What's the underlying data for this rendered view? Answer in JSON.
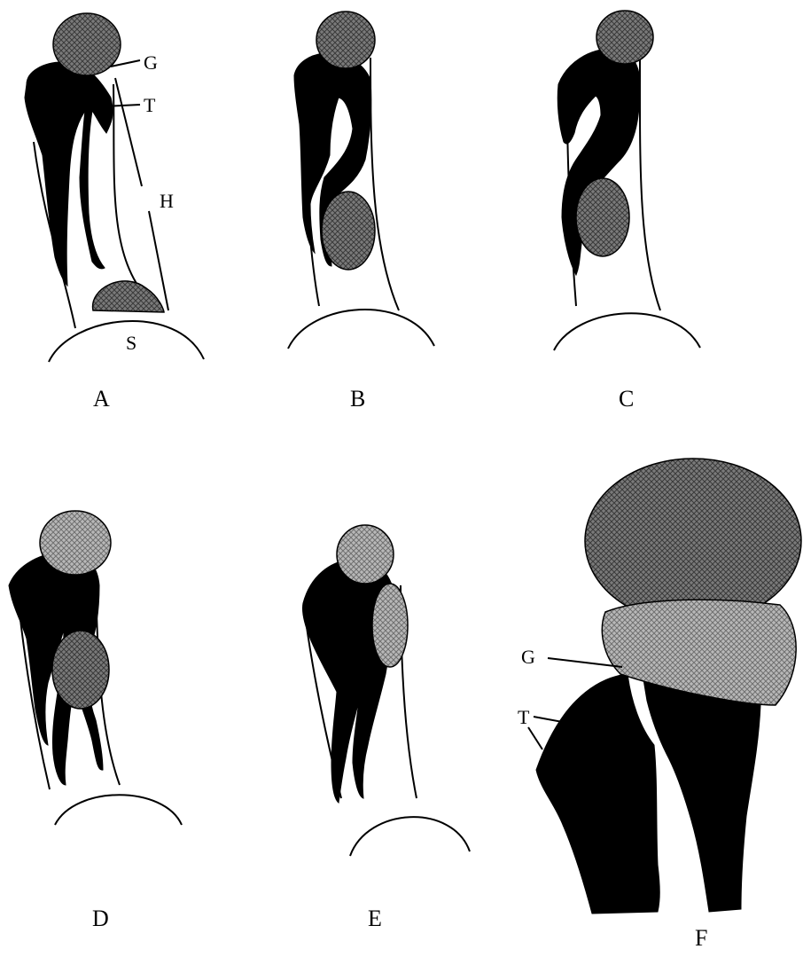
{
  "panels": [
    {
      "letter": "A"
    },
    {
      "letter": "B"
    },
    {
      "letter": "C"
    },
    {
      "letter": "D"
    },
    {
      "letter": "E"
    },
    {
      "letter": "F"
    }
  ],
  "annotations": {
    "a_g": "G",
    "a_t": "T",
    "a_h": "H",
    "a_s": "S",
    "f_g": "G",
    "f_t": "T"
  },
  "colors": {
    "tube": "#000000",
    "grain_dark": "#6e6e6e",
    "grain_light": "#b4b4b4",
    "background": "#ffffff"
  }
}
